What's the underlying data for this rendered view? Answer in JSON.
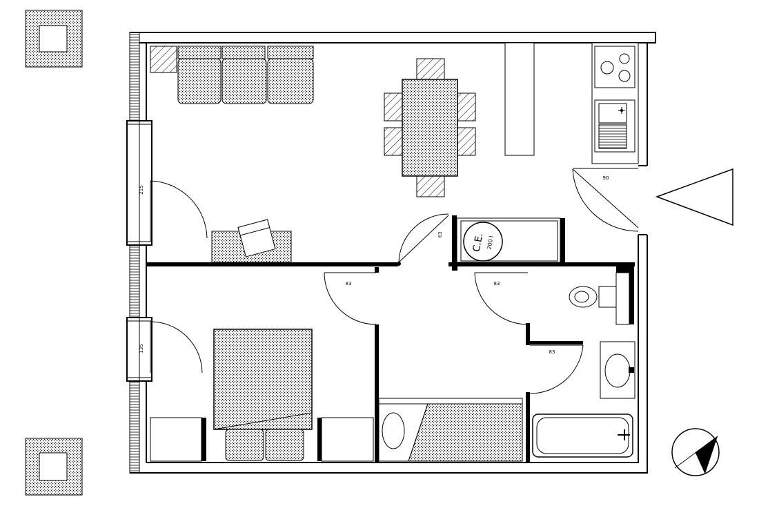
{
  "labels": {
    "ce": "C.E.",
    "ce_volume": "200 l",
    "door_entry": "90",
    "door_living_cupboard": "63",
    "door_bedroom": "83",
    "door_wc": "83",
    "door_bath": "83",
    "window_living": "215",
    "window_bedroom": "135"
  }
}
